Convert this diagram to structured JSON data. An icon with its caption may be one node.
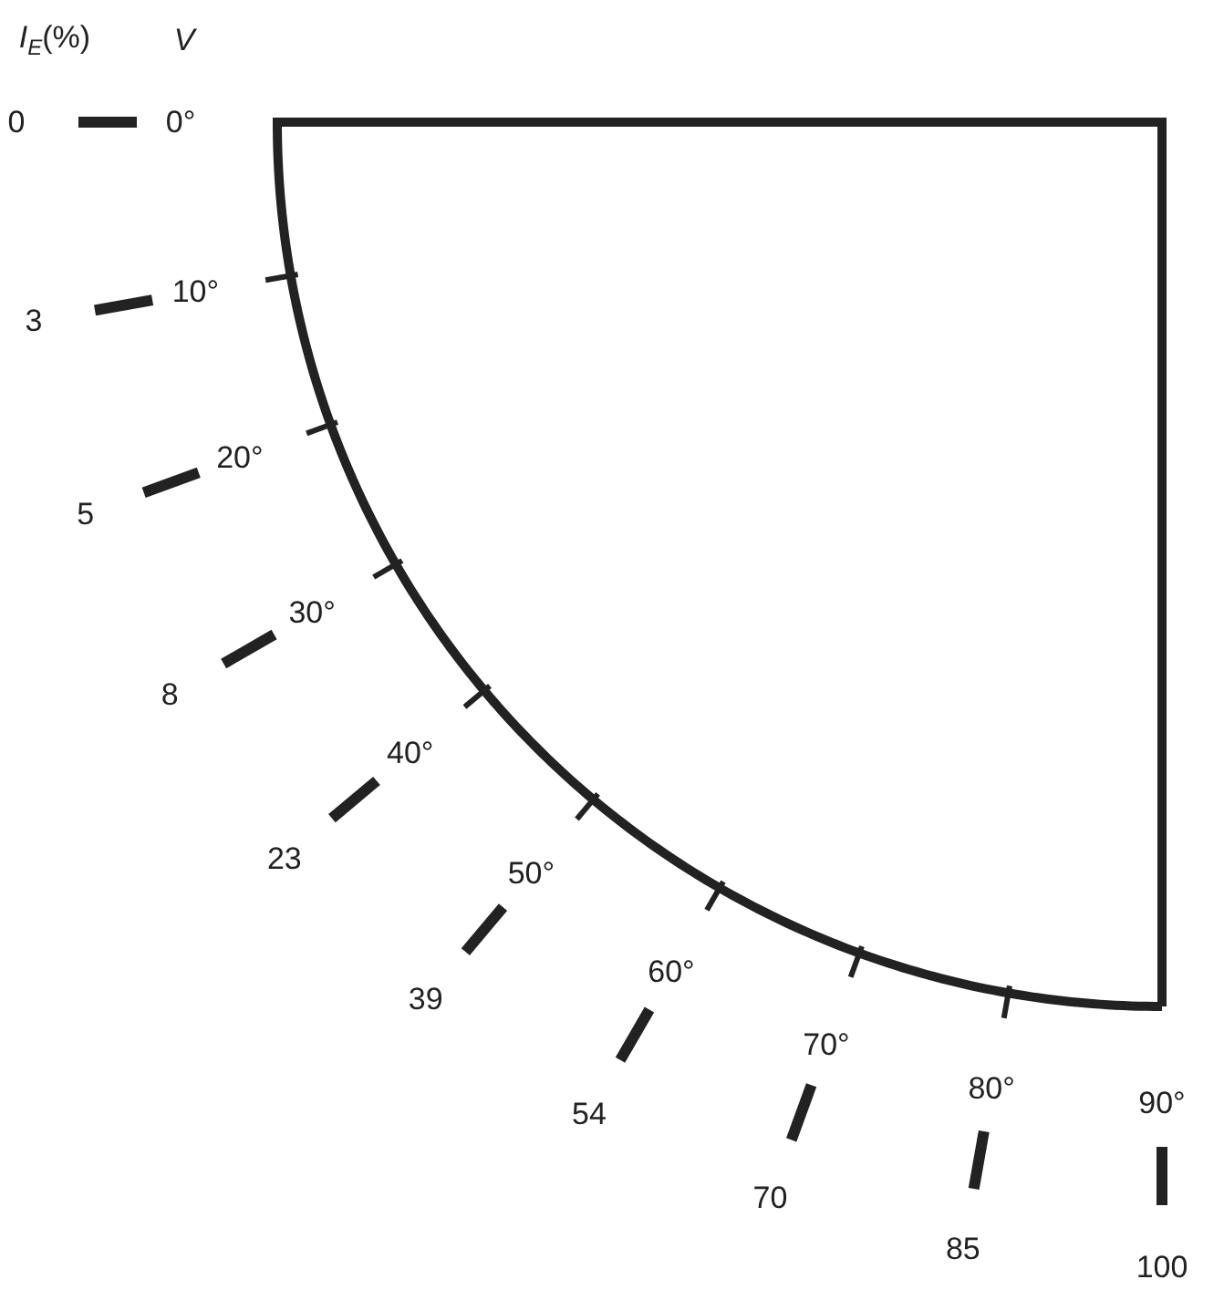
{
  "diagram": {
    "labels": [
      "*I*$_{E}$(%)",
      "V",
      "0",
      "0°",
      "3",
      "10°",
      "5",
      "20°",
      "8",
      "30°",
      "23",
      "40°",
      "39",
      "50°",
      "54",
      "60°",
      "70",
      "70°",
      "85",
      "80°",
      "100",
      "90°"
    ]
  }
}
